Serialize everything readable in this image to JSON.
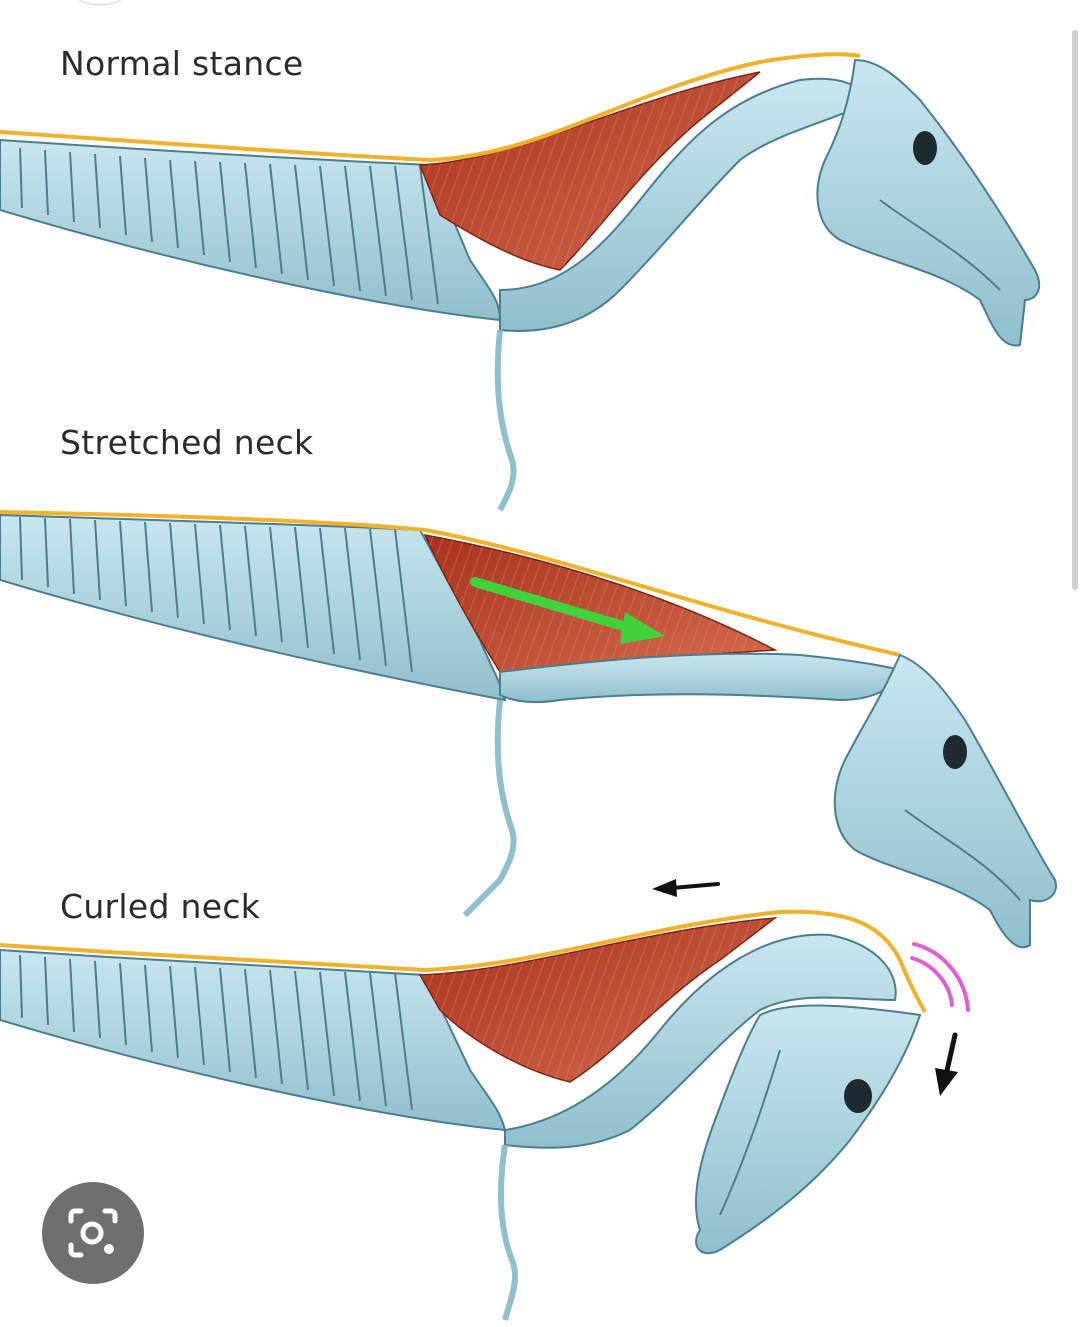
{
  "labels": {
    "normal": "Normal stance",
    "stretched": "Stretched neck",
    "curled": "Curled neck"
  },
  "colors": {
    "bone": "#a9d3df",
    "bone_stroke": "#4c7d8c",
    "muscle": "#b8432b",
    "ligament": "#f0b12c",
    "stretch_arrow": "#3fd23b",
    "pressure_arcs": "#e45bd8",
    "direction_arrow": "#111111",
    "lens_button": "#6f6f6f"
  },
  "icons": {
    "stretch_arrow": "green-arrow-icon",
    "pull_arrow": "left-arrow-icon",
    "down_arrow": "down-arrow-icon",
    "pressure": "pressure-arcs-icon",
    "lens": "google-lens-icon"
  }
}
